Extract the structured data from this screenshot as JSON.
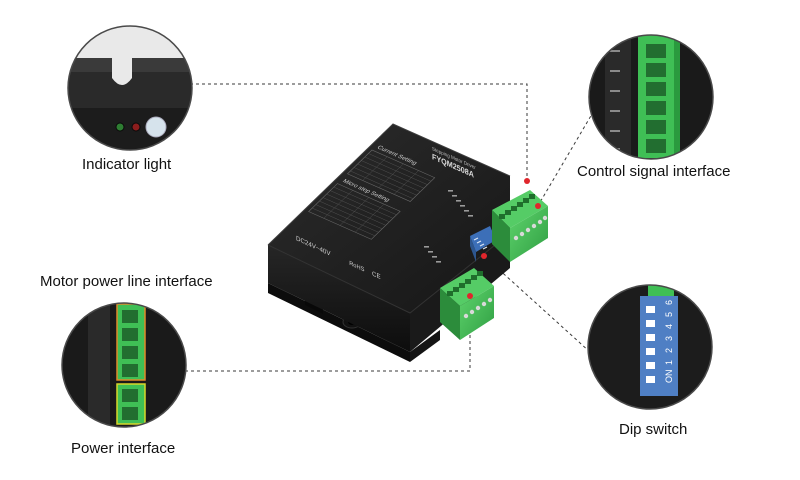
{
  "labels": {
    "indicator_light": "Indicator light",
    "control_signal_interface": "Control signal interface",
    "motor_power_line_interface": "Motor power line interface",
    "power_interface": "Power interface",
    "dip_switch": "Dip switch"
  },
  "device": {
    "model": "FYQM2508A",
    "subtitle": "Stepping Motor Driver",
    "voltage": "DC24V~40V",
    "rohs": "RoHS",
    "ce": "CE",
    "table_current_title": "Current Setting",
    "table_pulse_title": "Micro step Setting"
  },
  "dip": {
    "numbers": [
      "1",
      "2",
      "3",
      "4",
      "5",
      "6"
    ],
    "on_label": "ON"
  },
  "colors": {
    "body": "#1d1d1d",
    "terminal_green": "#3dbb52",
    "dip_blue": "#4f7fc4",
    "marker_red": "#e0262c",
    "leader": "#3a3a3a"
  }
}
